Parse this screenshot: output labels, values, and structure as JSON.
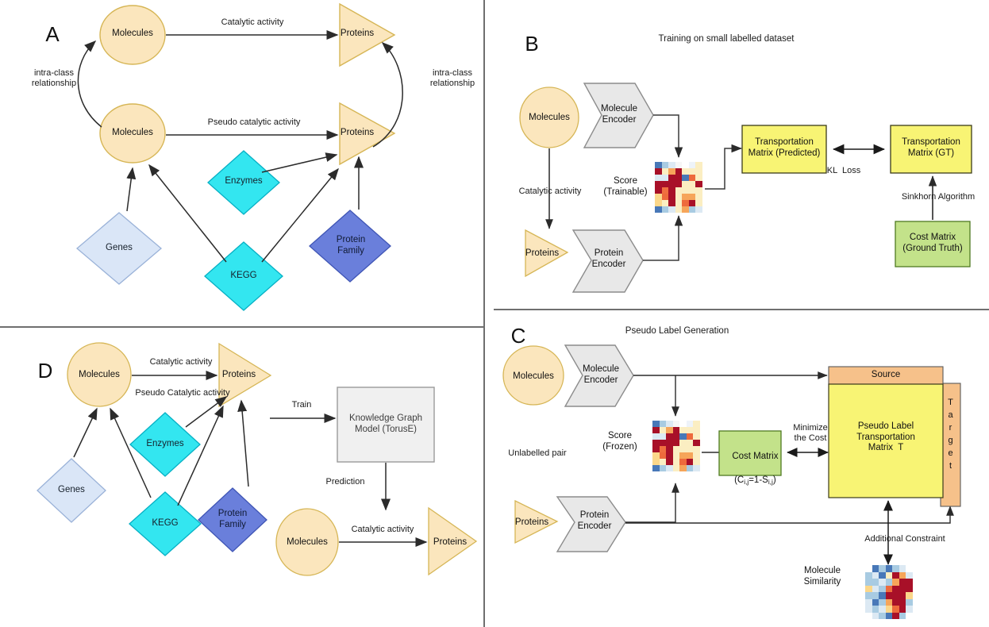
{
  "figure": {
    "panels": [
      "A",
      "B",
      "C",
      "D"
    ]
  },
  "panelA": {
    "letter": "A",
    "nodes": {
      "molecules_top": "Molecules",
      "molecules_bottom": "Molecules",
      "proteins_top": "Proteins",
      "proteins_bottom": "Proteins",
      "enzymes": "Enzymes",
      "genes": "Genes",
      "kegg": "KEGG",
      "protein_family": "Protein\nFamily"
    },
    "edges": {
      "catalytic": "Catalytic activity",
      "pseudo_catalytic": "Pseudo catalytic activity",
      "intra_left": "intra-class\nrelationship",
      "intra_right": "intra-class\nrelationship"
    }
  },
  "panelB": {
    "letter": "B",
    "title": "Training on small labelled dataset",
    "nodes": {
      "molecules": "Molecules",
      "proteins": "Proteins",
      "molecule_encoder": "Molecule\nEncoder",
      "protein_encoder": "Protein\nEncoder",
      "score": "Score\n(Trainable)",
      "transport_pred": "Transportation\nMatrix (Predicted)",
      "transport_gt": "Transportation\nMatrix (GT)",
      "cost_matrix_gt": "Cost Matrix\n(Ground Truth)"
    },
    "edges": {
      "catalytic": "Catalytic activity",
      "kl_loss": "KL  Loss",
      "sinkhorn": "Sinkhorn Algorithm"
    }
  },
  "panelC": {
    "letter": "C",
    "title": "Pseudo Label Generation",
    "nodes": {
      "molecules": "Molecules",
      "proteins": "Proteins",
      "molecule_encoder": "Molecule\nEncoder",
      "protein_encoder": "Protein\nEncoder",
      "score": "Score\n(Frozen)",
      "cost_matrix_line1": "Cost Matrix",
      "cost_matrix_c": "(C",
      "cost_matrix_sub1": "i,j",
      "cost_matrix_mid": "=1-S",
      "cost_matrix_sub2": "i,j",
      "cost_matrix_end": ")",
      "pseudo_label_matrix": "Pseudo Label\nTransportation\nMatrix  T",
      "source": "Source",
      "target": "T\na\nr\ng\ne\nt",
      "molecule_similarity": "Molecule\nSimilarity"
    },
    "edges": {
      "unlabelled_pair": "Unlabelled pair",
      "minimize_cost": "Minimize\nthe Cost",
      "additional_constraint": "Additional Constraint"
    }
  },
  "panelD": {
    "letter": "D",
    "nodes": {
      "molecules": "Molecules",
      "proteins": "Proteins",
      "enzymes": "Enzymes",
      "genes": "Genes",
      "kegg": "KEGG",
      "protein_family": "Protein\nFamily",
      "kg_model": "Knowledge Graph\nModel (TorusE)",
      "molecules_pred": "Molecules",
      "proteins_pred": "Proteins"
    },
    "edges": {
      "catalytic": "Catalytic activity",
      "pseudo_catalytic": "Pseudo Catalytic activity",
      "train": "Train",
      "prediction": "Prediction",
      "catalytic_pred": "Catalytic activity"
    }
  },
  "colors": {
    "molecule_fill": "#fbe6bd",
    "molecule_stroke": "#d6b656",
    "protein_fill": "#fbe6bd",
    "protein_stroke": "#d6b656",
    "cyan_fill": "#33e6f0",
    "cyan_stroke": "#06b0c4",
    "genes_fill": "#dae6f7",
    "genes_stroke": "#9ab2d8",
    "family_fill": "#6a7fdb",
    "family_stroke": "#3f55b5",
    "encoder_fill": "#e8e8e8",
    "encoder_stroke": "#8c8c8c",
    "yellow_fill": "#f8f474",
    "yellow_stroke": "#3b3b1a",
    "green_fill": "#c3e28a",
    "green_stroke": "#4f7a22",
    "orange_fill": "#f6c18a",
    "orange_stroke": "#5a5a5a",
    "grey_box_fill": "#f0f0f0",
    "grey_box_stroke": "#9a9a9a",
    "line": "#2b2b2b",
    "divider": "#6f6f6f"
  },
  "heatmaps": {
    "score_b": {
      "cols": 7,
      "rows": 8,
      "cells": [
        "#4878b8",
        "#a8cbe2",
        "#dce9f3",
        "#f6f6f6",
        "#ffffff",
        "#eef3f9",
        "#fbeec2",
        "#a81028",
        "#fbeec2",
        "#f6a55a",
        "#a81028",
        "#fbeec2",
        "#fbeec2",
        "#fbeec2",
        "#dce9f3",
        "#dce9f3",
        "#a81028",
        "#a81028",
        "#4878b8",
        "#ee6a3c",
        "#fbeec2",
        "#a81028",
        "#a81028",
        "#a81028",
        "#a81028",
        "#fbeec2",
        "#fbeec2",
        "#a81028",
        "#a81028",
        "#f07040",
        "#a81028",
        "#fbeec2",
        "#fbeec2",
        "#fbeec2",
        "#fbeec2",
        "#fbd78a",
        "#ee6a3c",
        "#a81028",
        "#fbeec2",
        "#f6a55a",
        "#f6a55a",
        "#fbeec2",
        "#fbd78a",
        "#fbeec2",
        "#a81028",
        "#fbeec2",
        "#ee6a3c",
        "#a81028",
        "#fbeec2",
        "#4878b8",
        "#a8cbe2",
        "#dce9f3",
        "#fbeec2",
        "#f6a55a",
        "#a8cbe2",
        "#dce9f3"
      ]
    },
    "score_c": {
      "cols": 7,
      "rows": 8,
      "cells": [
        "#4878b8",
        "#a8cbe2",
        "#dce9f3",
        "#f6f6f6",
        "#ffffff",
        "#eef3f9",
        "#fbeec2",
        "#a81028",
        "#fbeec2",
        "#f6a55a",
        "#a81028",
        "#fbeec2",
        "#fbeec2",
        "#fbeec2",
        "#dce9f3",
        "#dce9f3",
        "#a81028",
        "#a81028",
        "#4878b8",
        "#ee6a3c",
        "#fbeec2",
        "#a81028",
        "#a81028",
        "#a81028",
        "#a81028",
        "#fbeec2",
        "#fbeec2",
        "#a81028",
        "#a81028",
        "#f07040",
        "#a81028",
        "#fbeec2",
        "#fbeec2",
        "#fbeec2",
        "#fbeec2",
        "#fbd78a",
        "#ee6a3c",
        "#a81028",
        "#fbeec2",
        "#f6a55a",
        "#f6a55a",
        "#fbeec2",
        "#fbd78a",
        "#fbeec2",
        "#a81028",
        "#fbeec2",
        "#ee6a3c",
        "#a81028",
        "#fbeec2",
        "#4878b8",
        "#a8cbe2",
        "#dce9f3",
        "#fbeec2",
        "#f6a55a",
        "#a8cbe2",
        "#dce9f3"
      ]
    },
    "molecule_similarity": {
      "cols": 7,
      "rows": 8,
      "cells": [
        "#ffffff",
        "#4878b8",
        "#a8cbe2",
        "#4878b8",
        "#a8cbe2",
        "#dce9f3",
        "#ffffff",
        "#a8cbe2",
        "#dce9f3",
        "#4878b8",
        "#fbeec2",
        "#a81028",
        "#f6a55a",
        "#dce9f3",
        "#a8cbe2",
        "#a8cbe2",
        "#dce9f3",
        "#a8cbe2",
        "#f6a55a",
        "#a81028",
        "#a81028",
        "#fbd78a",
        "#dce9f3",
        "#a8cbe2",
        "#ee6a3c",
        "#a81028",
        "#a81028",
        "#a81028",
        "#a8cbe2",
        "#a8cbe2",
        "#4878b8",
        "#a81028",
        "#a81028",
        "#a81028",
        "#fbd78a",
        "#dce9f3",
        "#4878b8",
        "#a8cbe2",
        "#f6a55a",
        "#a81028",
        "#a81028",
        "#a8cbe2",
        "#dce9f3",
        "#a8cbe2",
        "#dce9f3",
        "#fbd78a",
        "#ee6a3c",
        "#a81028",
        "#dce9f3",
        "#ffffff",
        "#dce9f3",
        "#a8cbe2",
        "#4878b8",
        "#a81028",
        "#a8cbe2",
        "#ffffff"
      ]
    }
  }
}
